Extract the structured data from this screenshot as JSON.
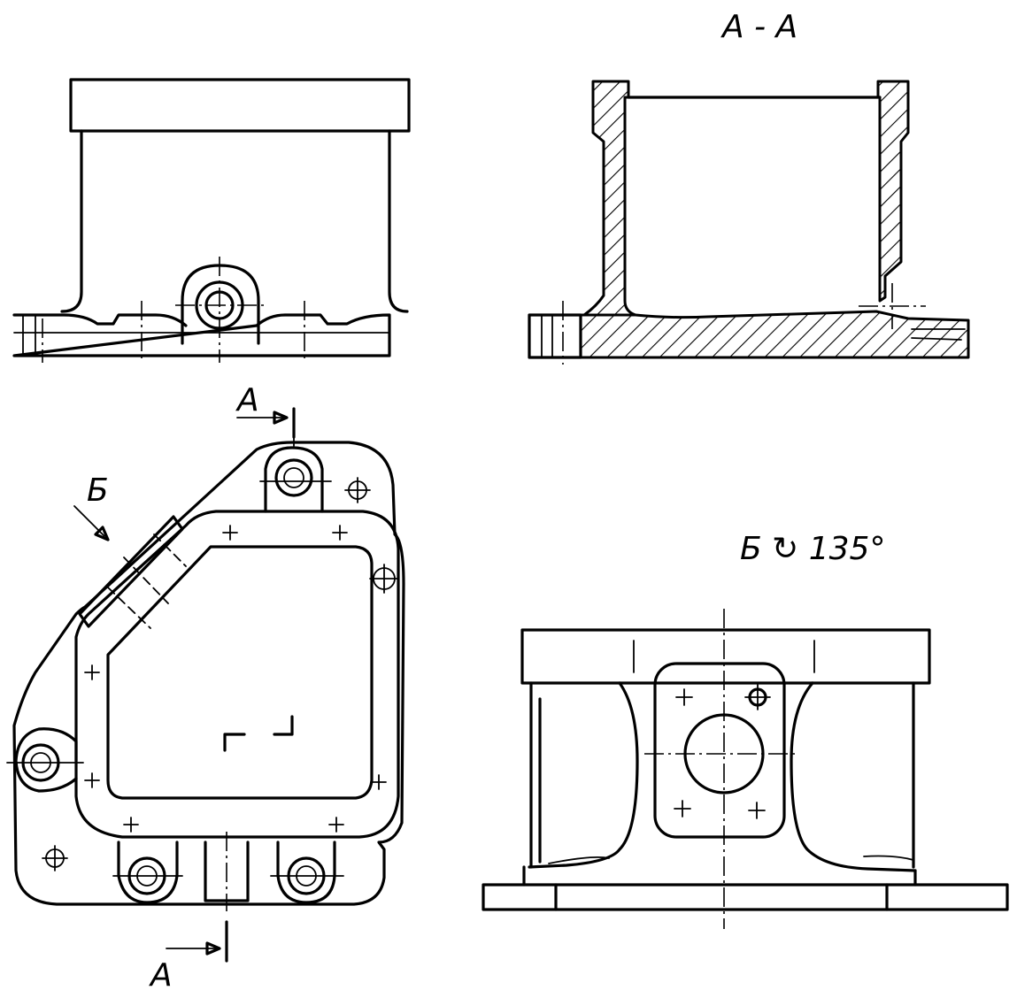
{
  "labels": {
    "section_title": "A - A",
    "cut_mark_top": "A",
    "cut_mark_bottom": "A",
    "view_arrow": "Б",
    "rotated_view_title": "Б ↻ 135°"
  }
}
